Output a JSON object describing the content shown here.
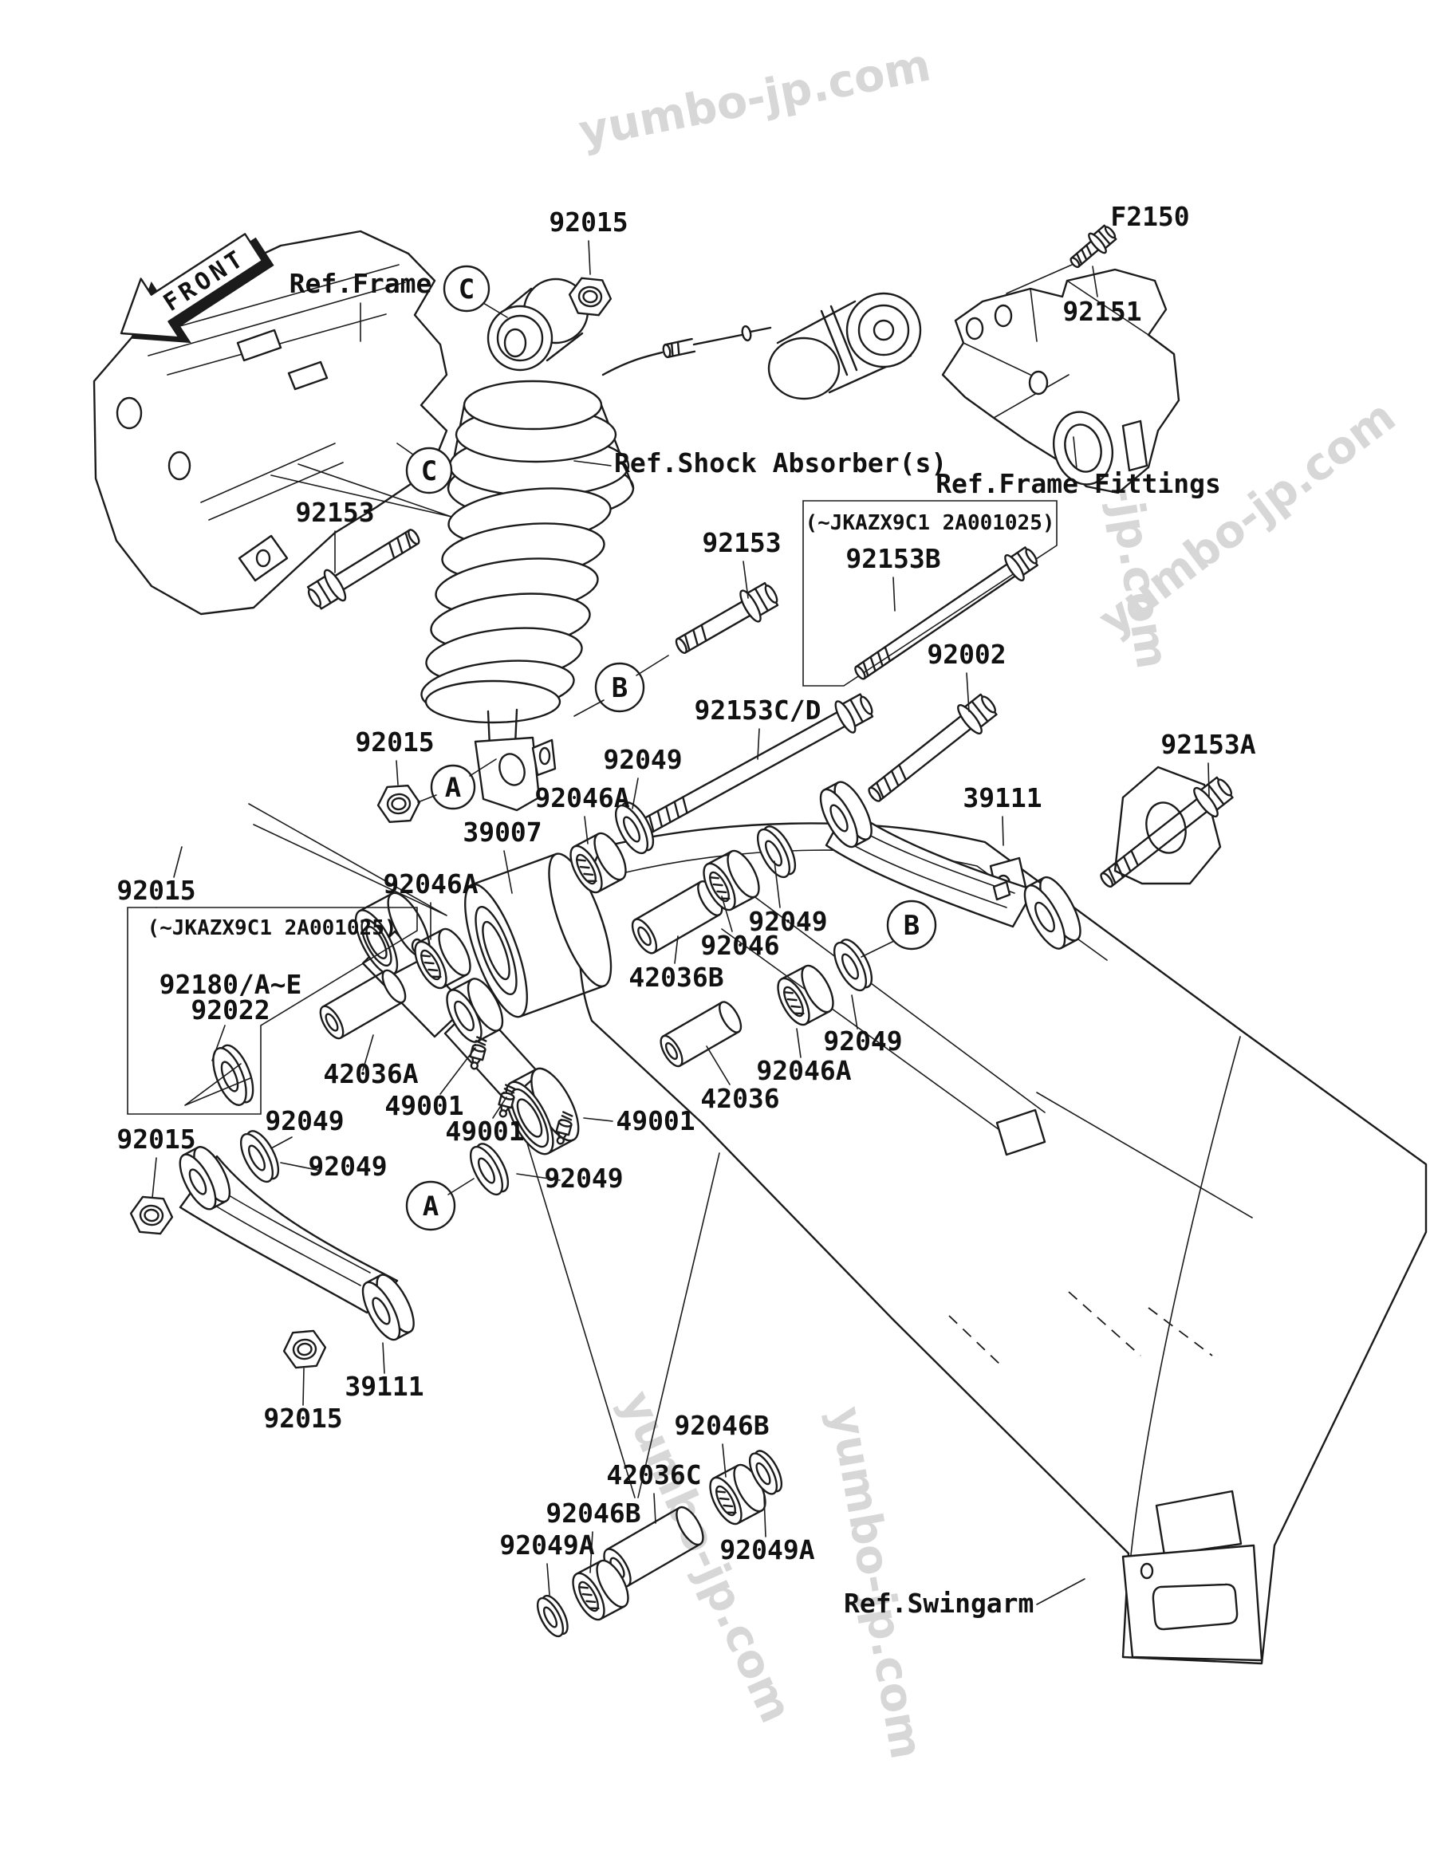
{
  "page": {
    "background": "#ffffff",
    "ink_color": "#1b1b1b",
    "watermark_color": "#d7d7d7"
  },
  "diagram_code": "F2150",
  "watermark": {
    "text": "yumbo-jp.com"
  },
  "front_arrow": {
    "label": "FRONT"
  },
  "ref_labels": {
    "frame": "Ref.Frame",
    "shock": "Ref.Shock Absorber(s)",
    "fittings": "Ref.Frame Fittings",
    "swingarm": "Ref.Swingarm"
  },
  "vin_note": "(~JKAZX9C1 2A001025)",
  "callouts": {
    "A": "A",
    "B": "B",
    "C": "C"
  },
  "parts": {
    "92015": "92015",
    "92151": "92151",
    "92153": "92153",
    "92153A": "92153A",
    "92153B": "92153B",
    "92153CD": "92153C/D",
    "92002": "92002",
    "39007": "39007",
    "39111": "39111",
    "92046": "92046",
    "92046A": "92046A",
    "92046B": "92046B",
    "92049": "92049",
    "92049A": "92049A",
    "42036": "42036",
    "42036A": "42036A",
    "42036B": "42036B",
    "42036C": "42036C",
    "49001": "49001",
    "92180": "92180/A~E",
    "92022": "92022"
  }
}
